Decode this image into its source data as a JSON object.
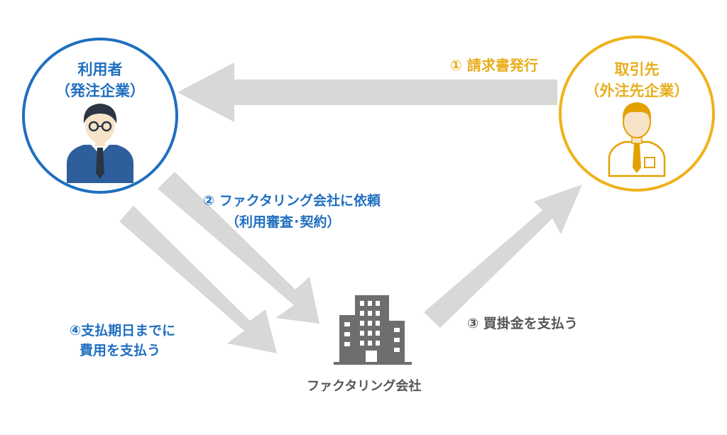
{
  "colors": {
    "user_blue": "#1f6fc0",
    "partner_gold": "#f0b21b",
    "arrow_gray": "#d8d8d8",
    "building_gray": "#6e6e6e",
    "skin": "#f7e3c8",
    "hair_dark": "#2b3543",
    "hair_gold": "#e3a100"
  },
  "nodes": {
    "user": {
      "name": "利用者",
      "sub": "（発注企業）",
      "icon": "businessman-glasses-icon"
    },
    "partner": {
      "name": "取引先",
      "sub": "（外注先企業）",
      "icon": "office-worker-icon"
    },
    "factor": {
      "name": "ファクタリング会社",
      "icon": "office-building-icon"
    }
  },
  "steps": {
    "s1": {
      "num": "①",
      "text": "請求書発行"
    },
    "s2": {
      "num": "②",
      "text": "ファクタリング会社に依頼",
      "sub": "（利用審査･契約）"
    },
    "s3": {
      "num": "③",
      "text": "買掛金を支払う"
    },
    "s4": {
      "line1": "④支払期日までに",
      "line2": "費用を支払う"
    }
  }
}
